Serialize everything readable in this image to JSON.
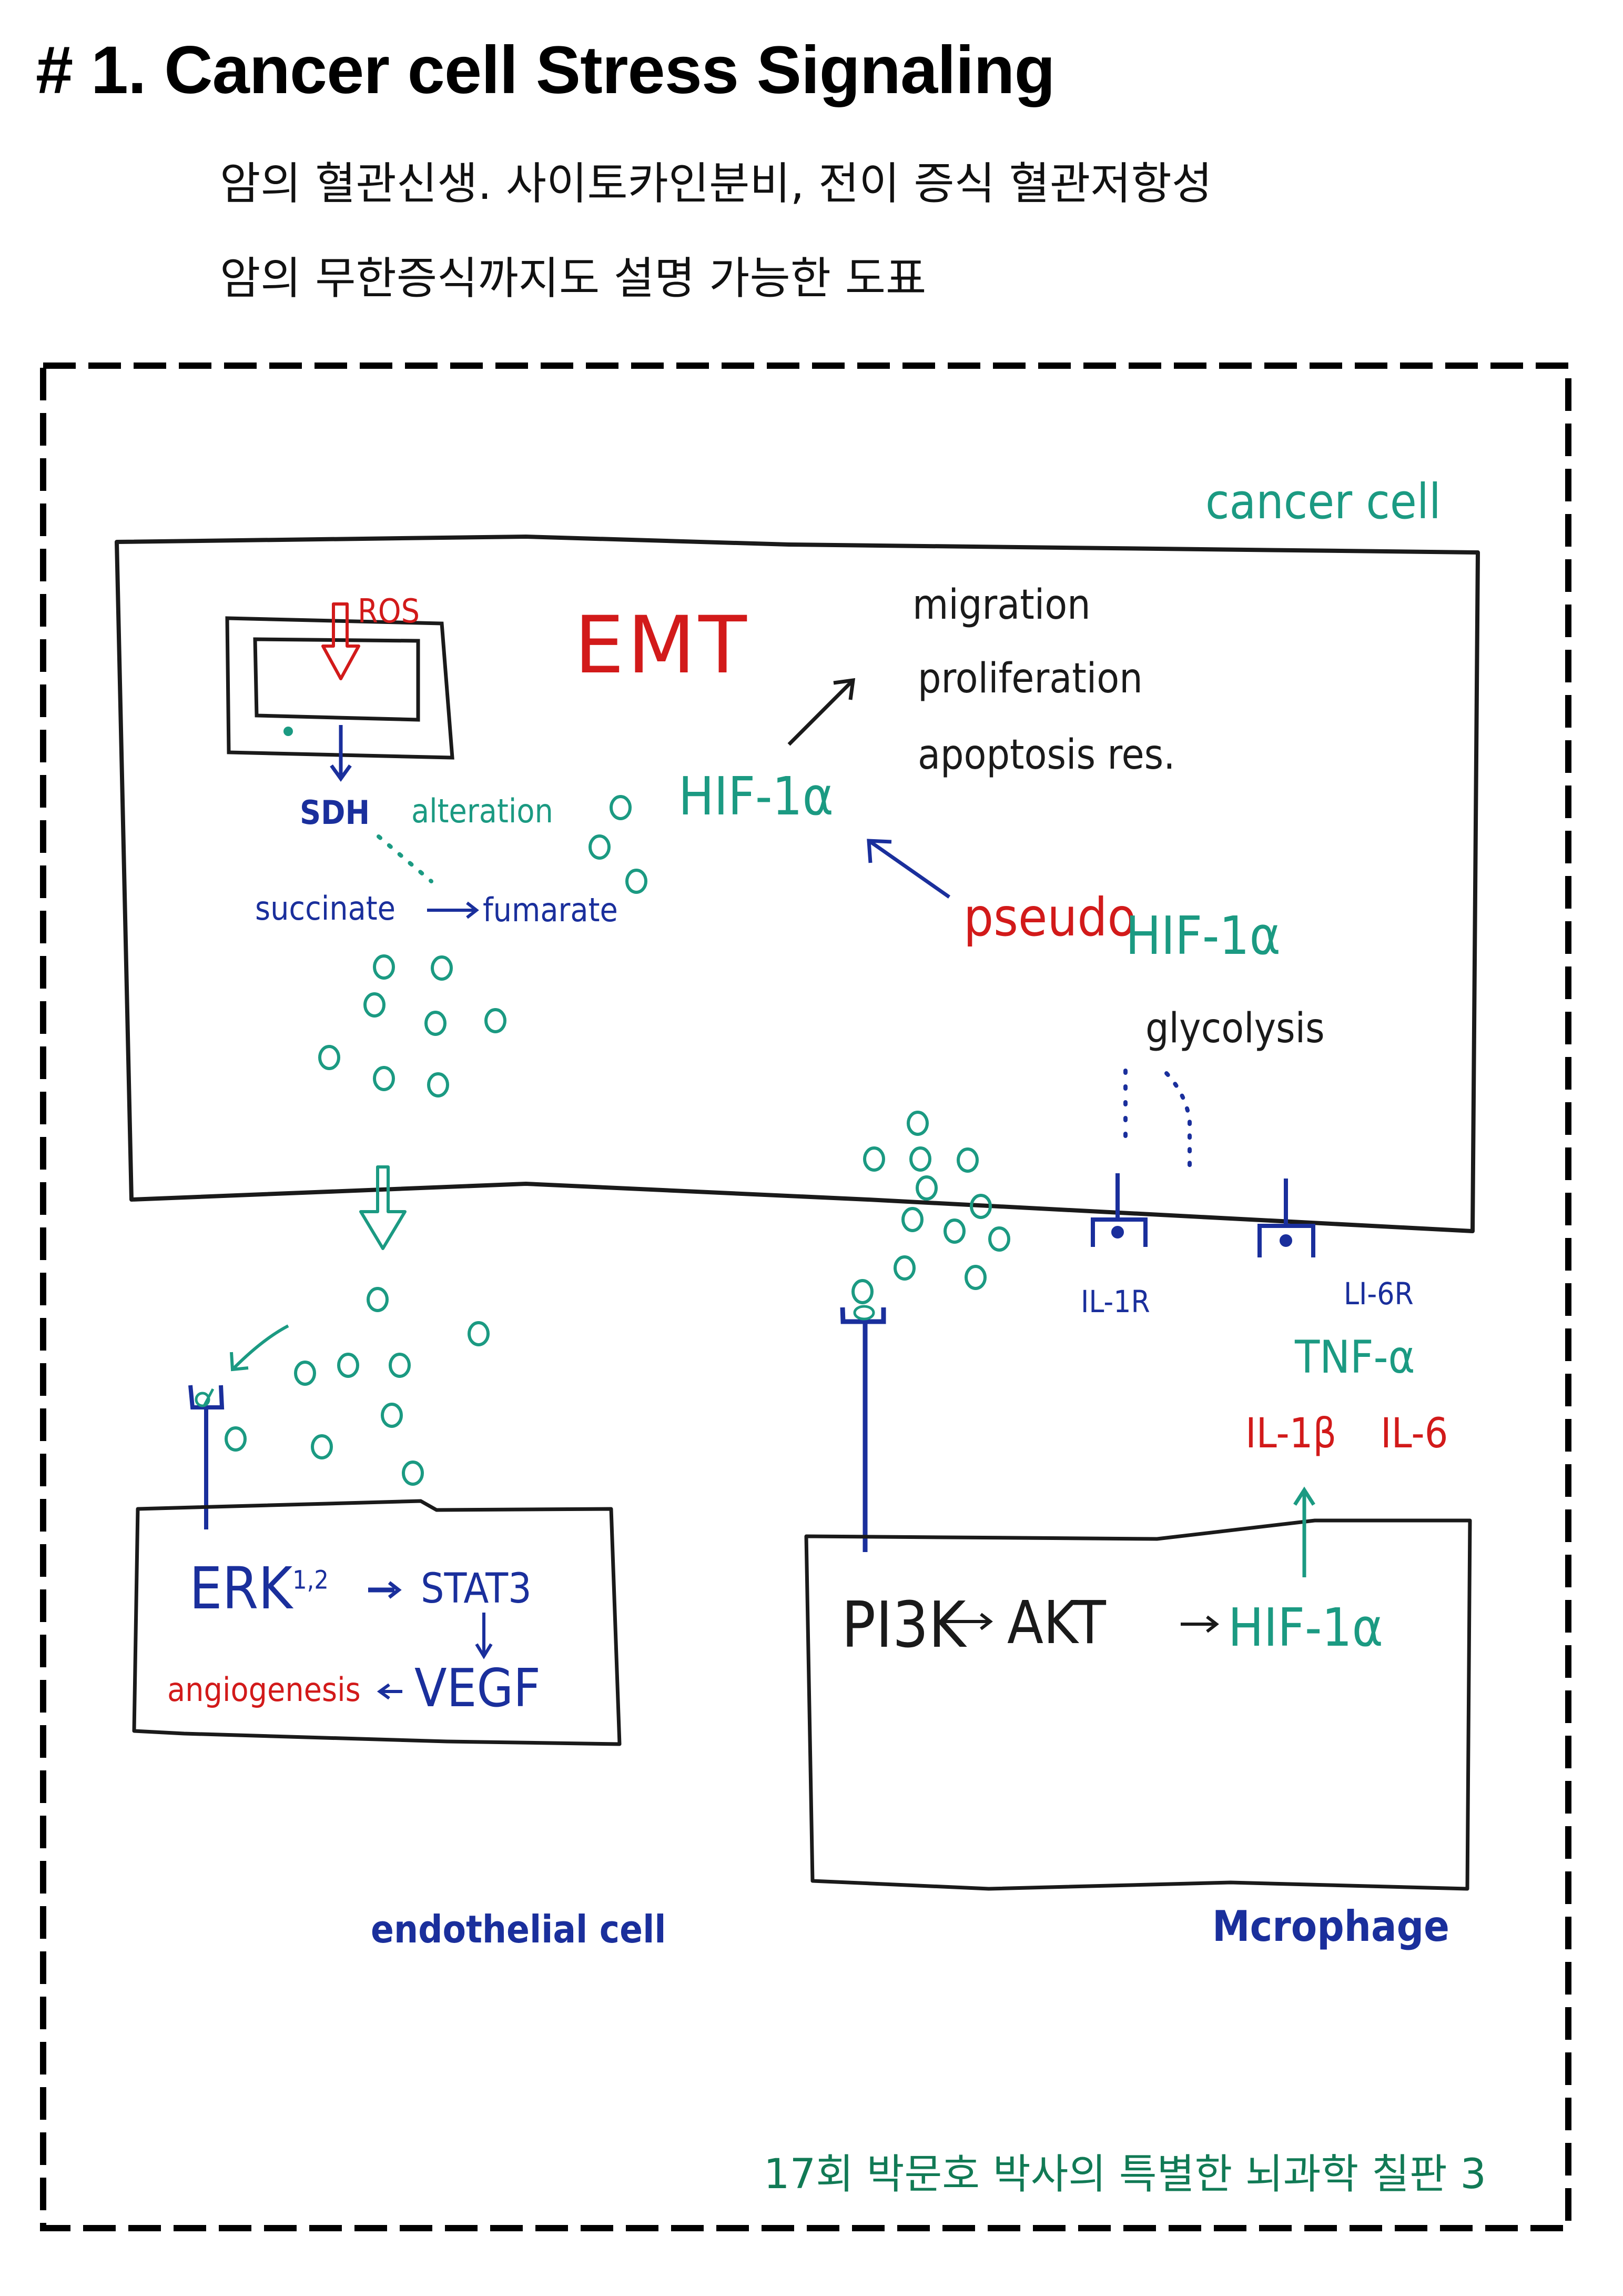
{
  "header": {
    "title": "# 1.  Cancer cell Stress Signaling",
    "subtitle_line1": "암의 혈관신생. 사이토카인분비, 전이 증식 혈관저항성",
    "subtitle_line2": "암의 무한증식까지도 설명 가능한 도표"
  },
  "colors": {
    "teal": "#1b9a82",
    "blue": "#1a2f9c",
    "red": "#d21a1a",
    "black": "#1a1a1a",
    "footer_green": "#117a55"
  },
  "cancer_cell": {
    "label": "cancer cell",
    "emt": "EMT",
    "ros": "ROS",
    "sdh": "SDH",
    "alteration": "alteration",
    "succinate": "succinate",
    "fumarate": "fumarate",
    "hif": "HIF-1α",
    "pseudo": "pseudo",
    "pseudo_hif": "HIF-1α",
    "outcomes": [
      "migration",
      "proliferation",
      "apoptosis res."
    ],
    "glycolysis": "glycolysis",
    "receptors": [
      "IL-1R",
      "LI-6R"
    ]
  },
  "cytokines": {
    "tnf": "TNF-α",
    "il1b": "IL-1β",
    "il6": "IL-6"
  },
  "endothelial_cell": {
    "label": "endothelial cell",
    "erk": "ERK",
    "erk_sup": "1,2",
    "stat3": "STAT3",
    "vegf": "VEGF",
    "angiogenesis": "angiogenesis"
  },
  "macrophage": {
    "label": "Mcrophage",
    "pi3k": "PI3K",
    "akt": "AKT",
    "hif": "HIF-1α"
  },
  "footer": {
    "credit": "17회 박문호 박사의 특별한 뇌과학 칠판 3"
  }
}
